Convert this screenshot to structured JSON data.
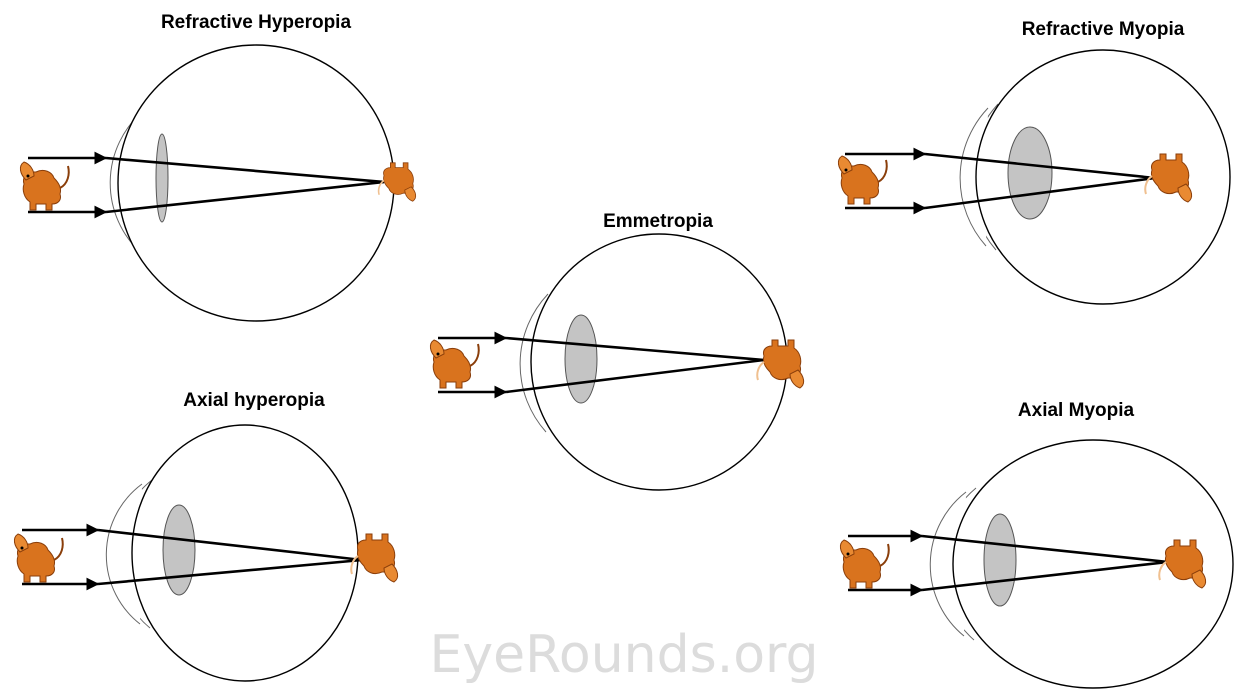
{
  "diagram": {
    "panels": [
      {
        "id": "refractive-hyperopia",
        "title": "Refractive Hyperopia"
      },
      {
        "id": "refractive-myopia",
        "title": "Refractive Myopia"
      },
      {
        "id": "emmetropia",
        "title": "Emmetropia"
      },
      {
        "id": "axial-hyperopia",
        "title": "Axial hyperopia"
      },
      {
        "id": "axial-myopia",
        "title": "Axial Myopia"
      }
    ],
    "watermark": "EyeRounds.org",
    "colors": {
      "lens": "#c4c4c4",
      "dog": "#d9731e",
      "watermark": "#dcdcdc"
    },
    "icons": [
      "eye-globe-icon",
      "lens-icon",
      "cornea-icon",
      "dog-object-icon",
      "dog-image-icon",
      "arrowhead-icon"
    ]
  }
}
